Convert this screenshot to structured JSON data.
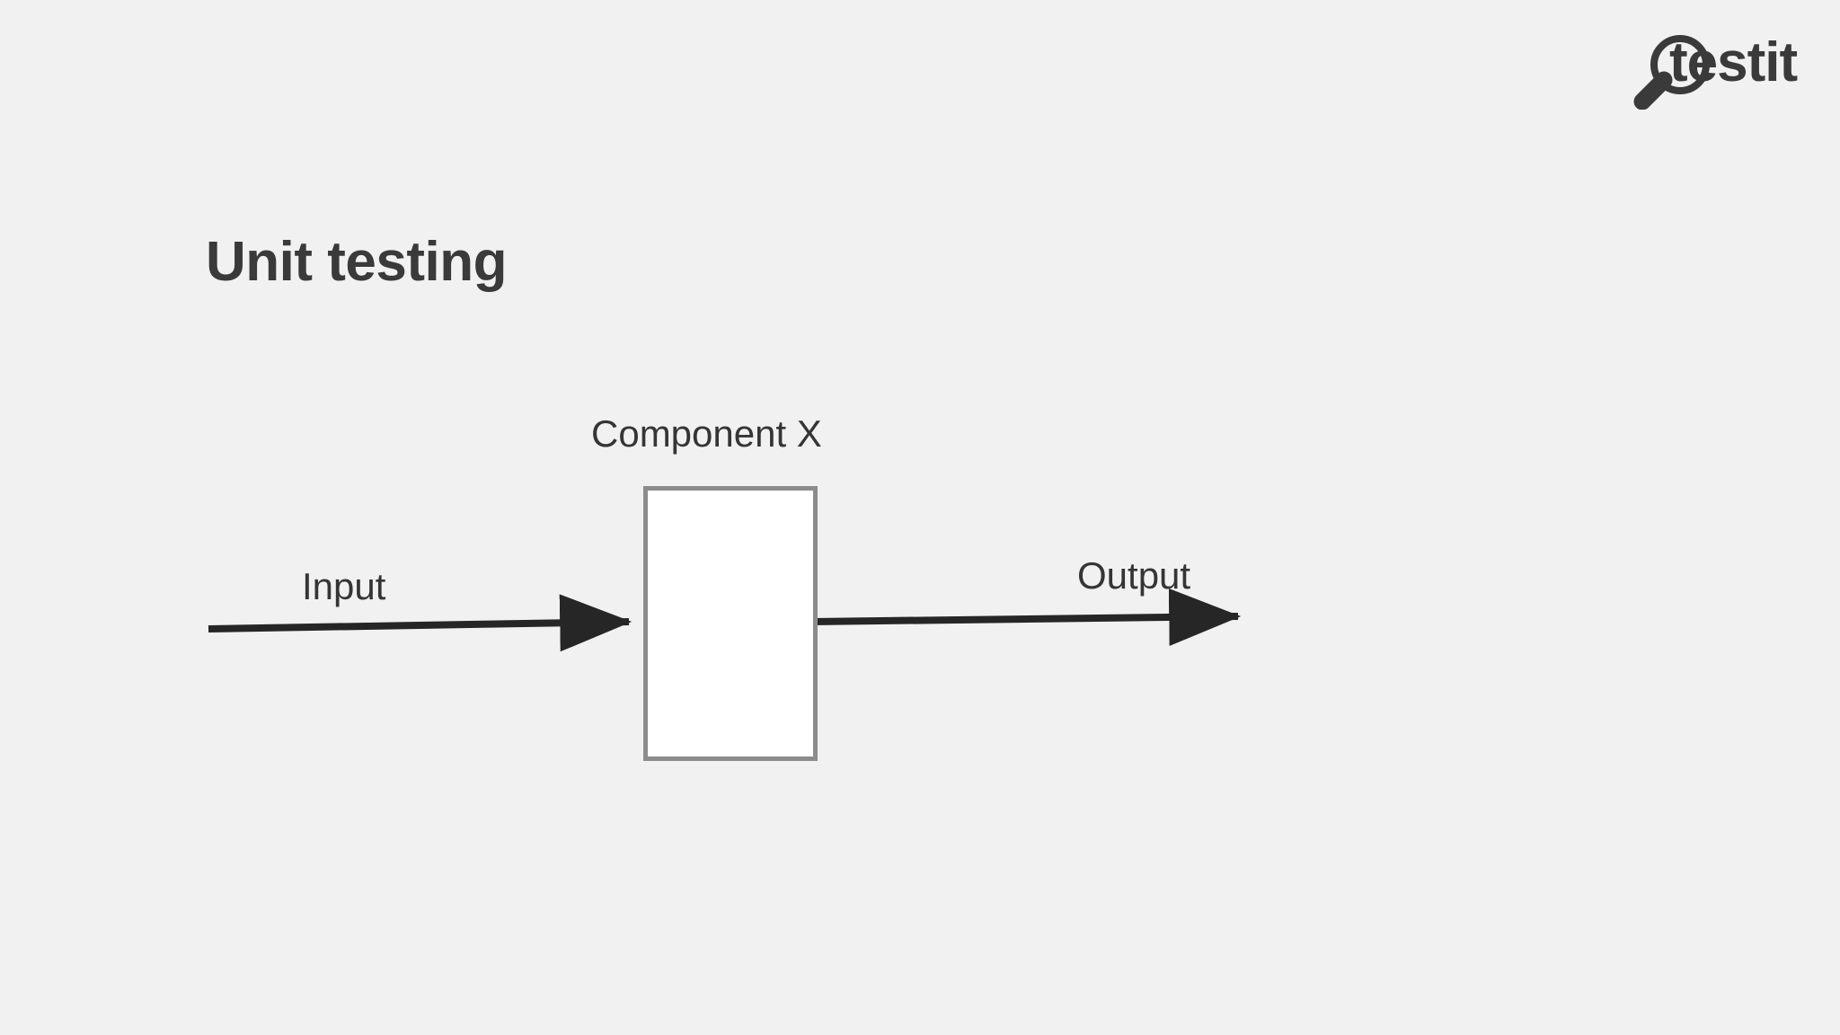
{
  "slide": {
    "background_color": "#f1f1f1",
    "title": "Unit testing",
    "title_color": "#3a3a3a"
  },
  "logo": {
    "name": "testit-logo",
    "wordmark": "testit",
    "icon": "magnifying-glass-icon",
    "color": "#3a3a3a"
  },
  "diagram": {
    "type": "block-flow",
    "component": {
      "label": "Component X",
      "fill_color": "#ffffff",
      "border_color": "#8c8c8c"
    },
    "input": {
      "label": "Input",
      "arrow_color": "#262626",
      "direction": "right"
    },
    "output": {
      "label": "Output",
      "arrow_color": "#262626",
      "direction": "right"
    },
    "text_color": "#353535"
  }
}
